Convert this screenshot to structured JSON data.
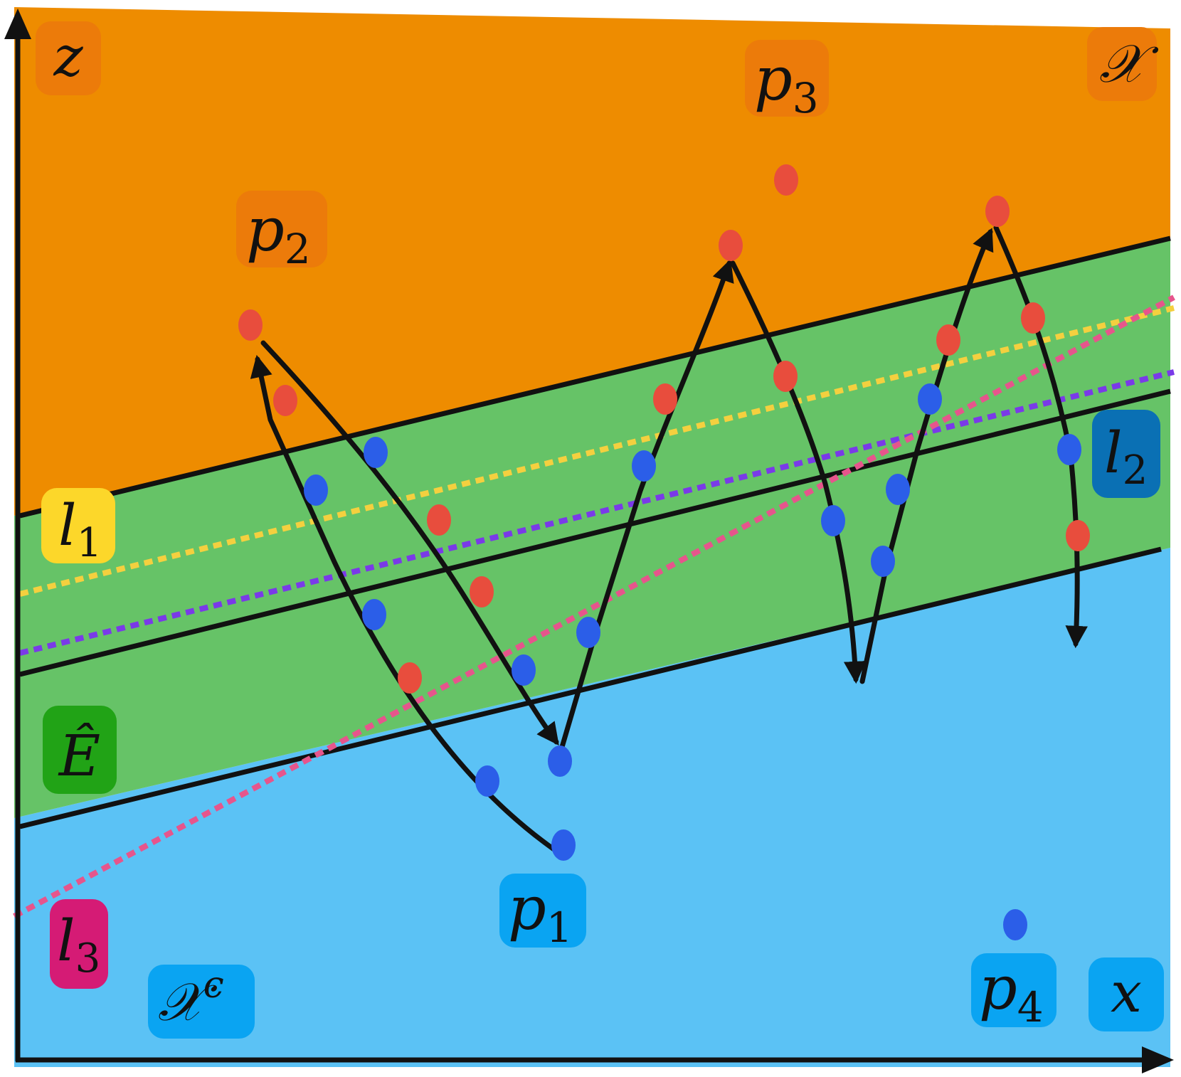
{
  "colors": {
    "region_X": "#ee8c00",
    "region_E": "#66c367",
    "region_Xc": "#5bc2f5",
    "axis": "#111111",
    "point_red": "#e84d3d",
    "point_blue": "#2b5ee8",
    "line_l1": "#f4d03f",
    "line_l2": "#7a3ae8",
    "line_l3": "#e6558c"
  },
  "axes": {
    "vertical_label": "z",
    "horizontal_label": "x"
  },
  "regions": {
    "X": {
      "label": "𝒳",
      "badge_color": "#ec7b0a"
    },
    "E": {
      "label": "Ê",
      "badge_color": "#21a316"
    },
    "Xc": {
      "label": "𝒳",
      "superscript": "c",
      "badge_color": "#0aa4f2"
    }
  },
  "lines": {
    "l1": {
      "label": "l",
      "sub": "1",
      "badge_color": "#fcd72a"
    },
    "l2": {
      "label": "l",
      "sub": "2",
      "badge_color": "#0a70b4"
    },
    "l3": {
      "label": "l",
      "sub": "3",
      "badge_color": "#d51b75"
    }
  },
  "points": {
    "p1": {
      "label": "p",
      "sub": "1",
      "badge_color": "#0aa4f2"
    },
    "p2": {
      "label": "p",
      "sub": "2",
      "badge_color": "#ec7b0a"
    },
    "p3": {
      "label": "p",
      "sub": "3",
      "badge_color": "#ec7b0a"
    },
    "p4": {
      "label": "p",
      "sub": "4",
      "badge_color": "#0aa4f2"
    }
  }
}
